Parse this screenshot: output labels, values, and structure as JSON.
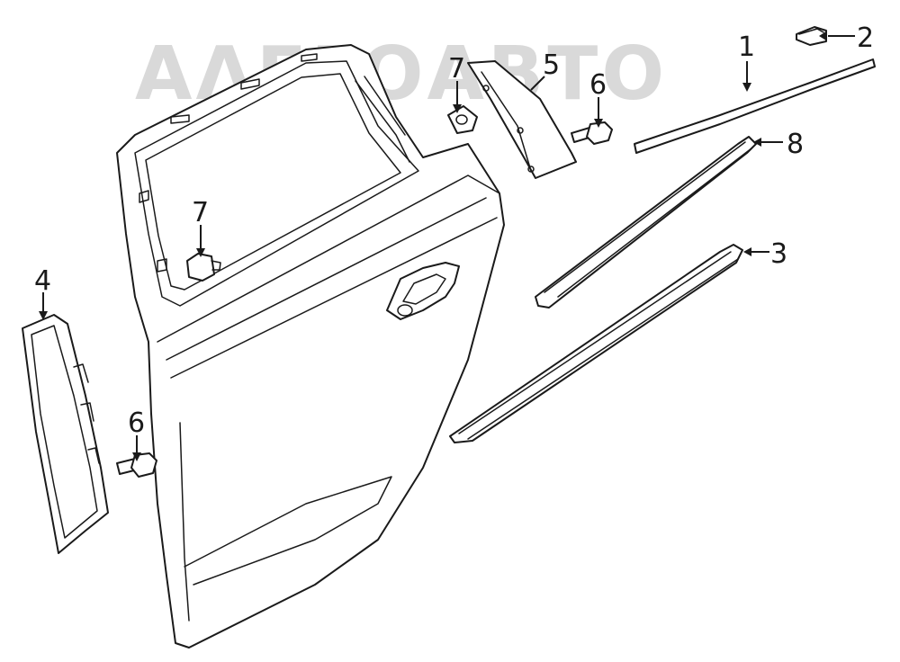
{
  "watermark": "ΑΛΕΞΟΑΒΤΟ",
  "callouts": {
    "c1": "1",
    "c2": "2",
    "c3": "3",
    "c4": "4",
    "c5": "5",
    "c6_upper": "6",
    "c6_lower": "6",
    "c7_upper": "7",
    "c7_lower": "7",
    "c8": "8"
  },
  "colors": {
    "line": "#1a1a1a",
    "watermark": "#d9d9d9",
    "background": "#ffffff"
  }
}
